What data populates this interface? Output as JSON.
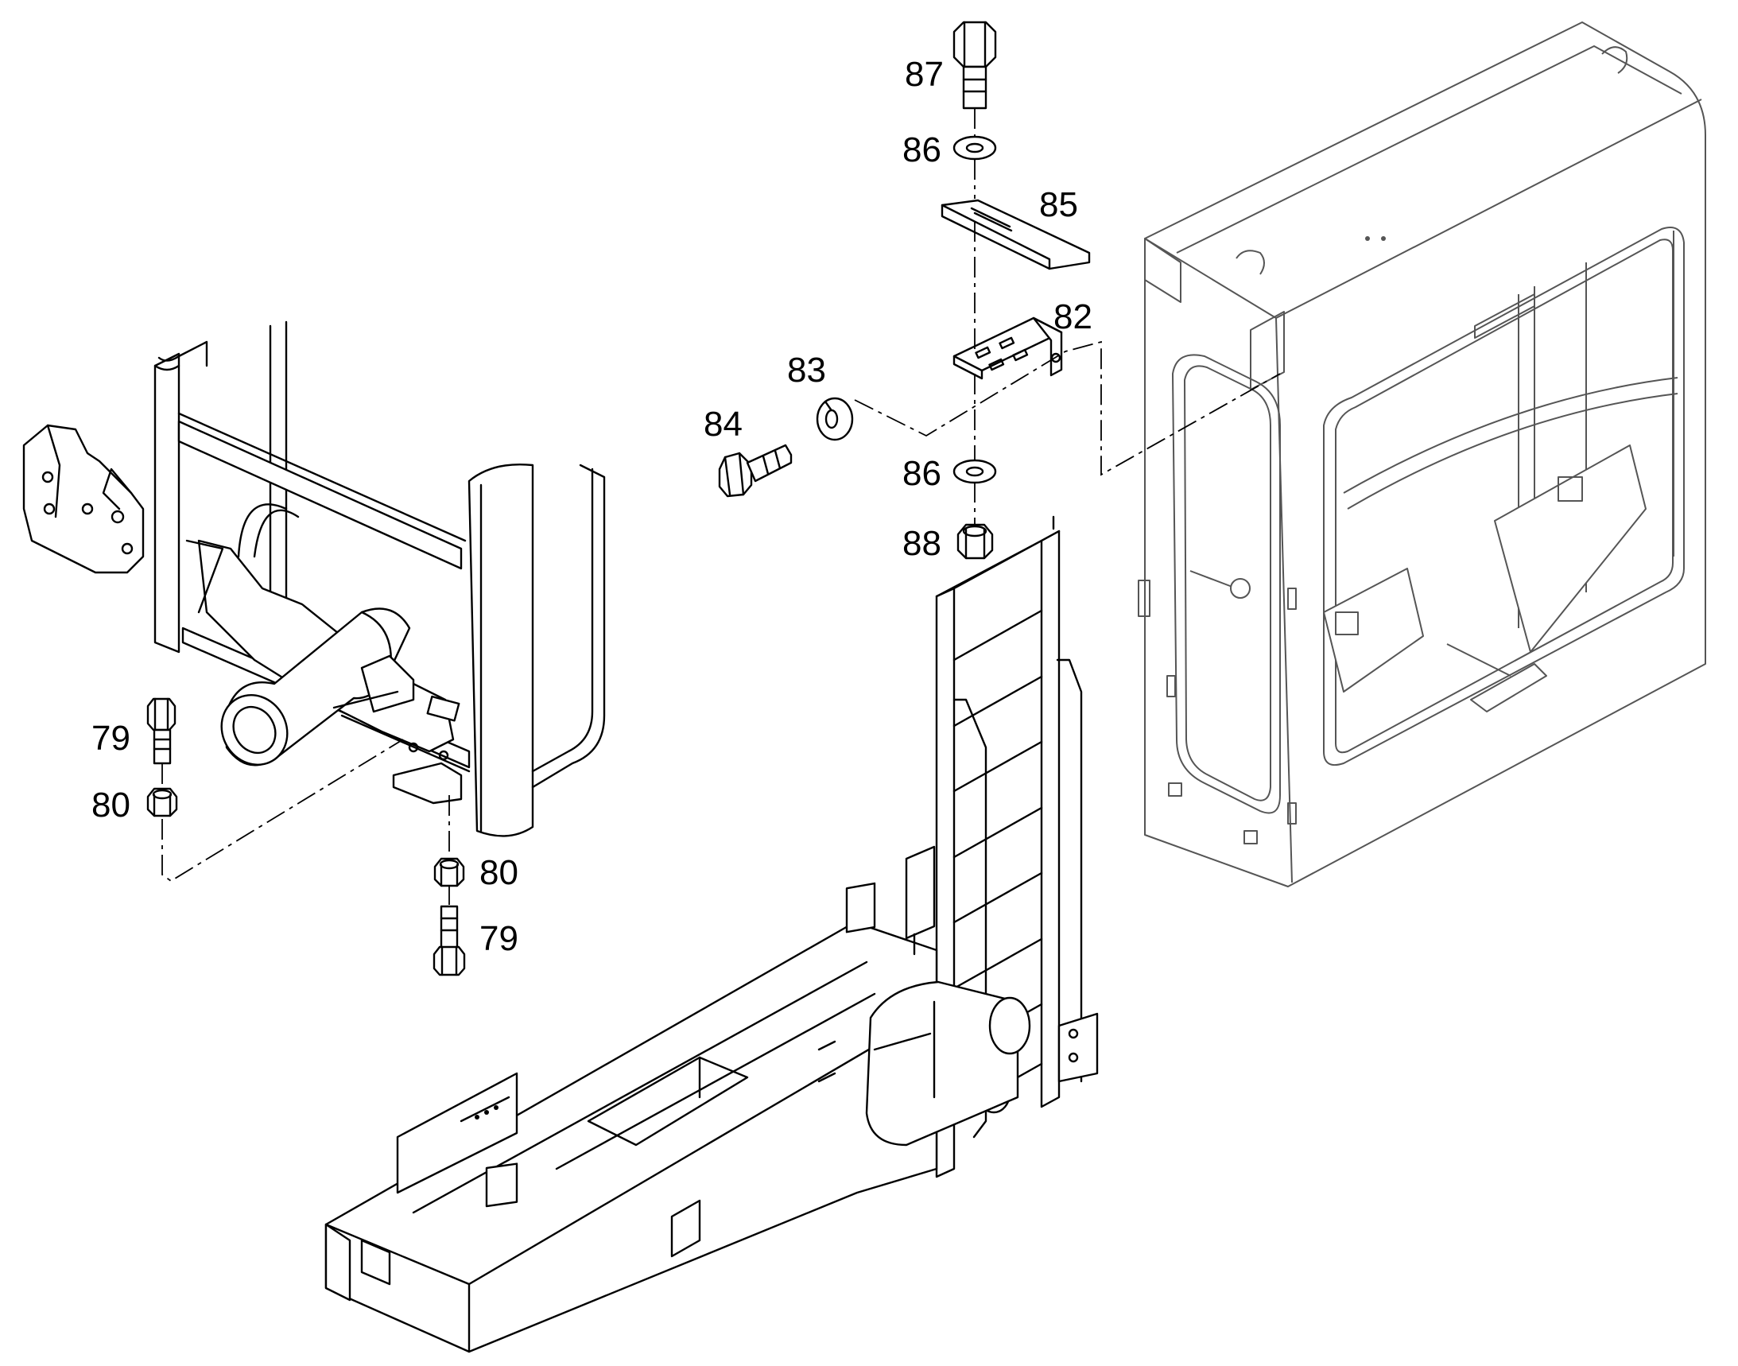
{
  "callouts": {
    "c87": "87",
    "c86a": "86",
    "c85": "85",
    "c82": "82",
    "c83": "83",
    "c84": "84",
    "c86b": "86",
    "c88": "88",
    "c79a": "79",
    "c80a": "80",
    "c80b": "80",
    "c79b": "79"
  }
}
